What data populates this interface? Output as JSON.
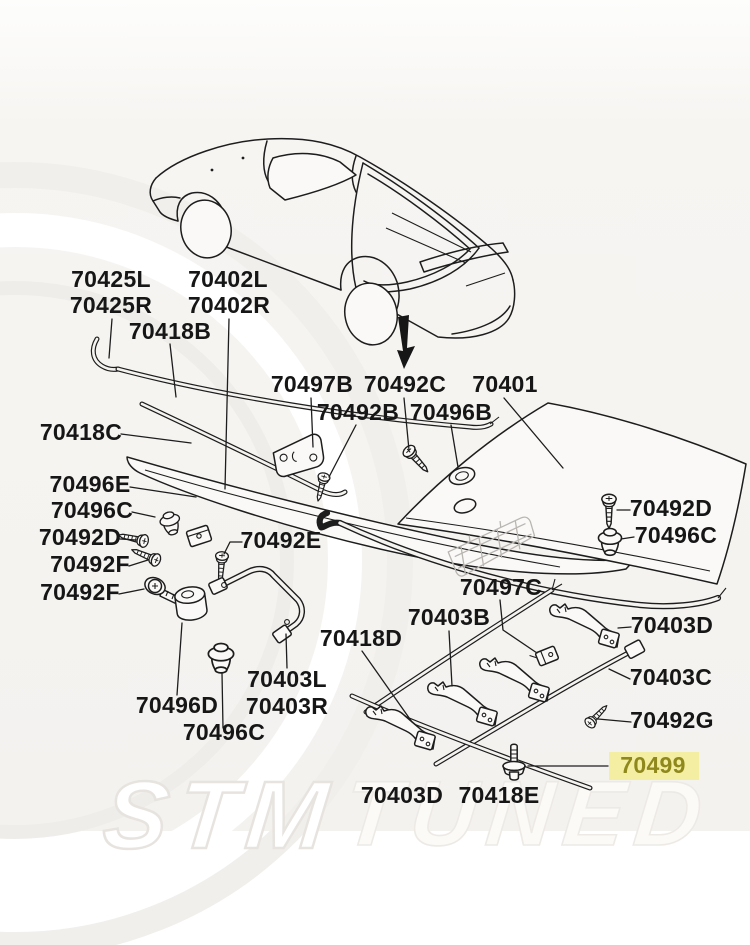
{
  "watermark": {
    "brand_left": "STM",
    "brand_right": "TUNED"
  },
  "colors": {
    "line": "#1d1d1d",
    "background": "#f5f3f0",
    "ghost_part": "#b9b6b2",
    "highlight_bg": "#f4eea2",
    "highlight_text": "#8f881d"
  },
  "labels": [
    {
      "text": "70425L"
    },
    {
      "text": "70425R"
    },
    {
      "text": "70402L"
    },
    {
      "text": "70402R"
    },
    {
      "text": "70418B"
    },
    {
      "text": "70497B"
    },
    {
      "text": "70492C"
    },
    {
      "text": "70401"
    },
    {
      "text": "70492B"
    },
    {
      "text": "70496B"
    },
    {
      "text": "70418C"
    },
    {
      "text": "70496E"
    },
    {
      "text": "70496C"
    },
    {
      "text": "70492D"
    },
    {
      "text": "70492F"
    },
    {
      "text": "70492F"
    },
    {
      "text": "70492E"
    },
    {
      "text": "70492D"
    },
    {
      "text": "70496C"
    },
    {
      "text": "70497C"
    },
    {
      "text": "70403B"
    },
    {
      "text": "70418D"
    },
    {
      "text": "70403D"
    },
    {
      "text": "70403C"
    },
    {
      "text": "70492G"
    },
    {
      "text": "70499",
      "highlighted": true
    },
    {
      "text": "70403L"
    },
    {
      "text": "70403R"
    },
    {
      "text": "70496D"
    },
    {
      "text": "70496C"
    },
    {
      "text": "70403D"
    },
    {
      "text": "70418E"
    }
  ]
}
